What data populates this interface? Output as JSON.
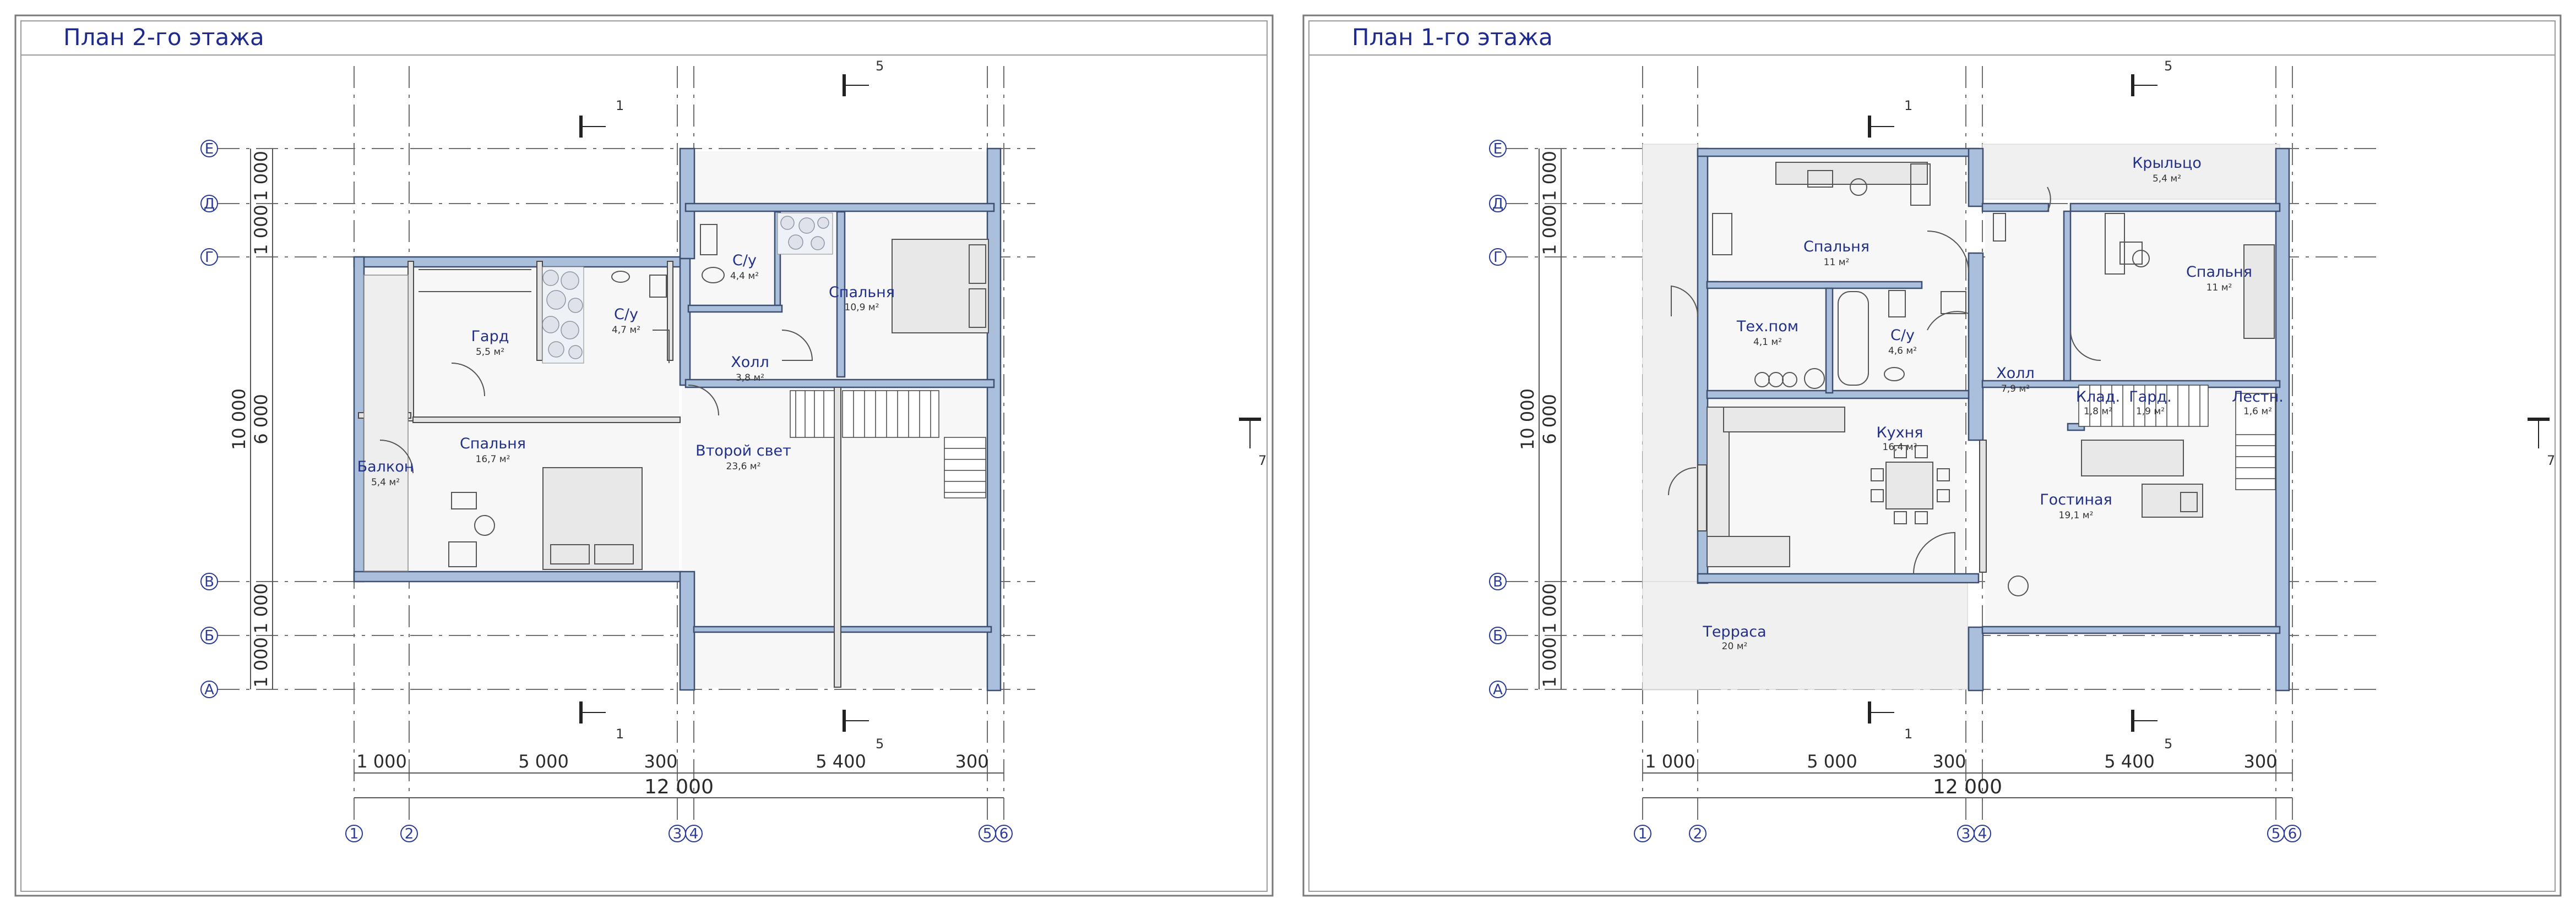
{
  "sheets": [
    {
      "title": "План 2-го этажа",
      "rows": [
        "Е",
        "Д",
        "Г",
        "В",
        "Б",
        "А"
      ],
      "cols": [
        "1",
        "2",
        "3",
        "4",
        "5",
        "6"
      ],
      "row_dims": [
        "1 000",
        "1 000",
        "6 000",
        "1 000",
        "1 000"
      ],
      "overall_v": "10 000",
      "col_dims": [
        "1 000",
        "5 000",
        "300",
        "5 400",
        "300"
      ],
      "overall_h": "12 000",
      "sections": [
        "1",
        "1",
        "5",
        "5",
        "7"
      ],
      "rooms": [
        {
          "name": "Гард",
          "area": "5,5 м²"
        },
        {
          "name": "С/у",
          "area": "4,7 м²"
        },
        {
          "name": "С/у",
          "area": "4,4 м²"
        },
        {
          "name": "Спальня",
          "area": "10,9 м²"
        },
        {
          "name": "Холл",
          "area": "3,8 м²"
        },
        {
          "name": "Спальня",
          "area": "16,7 м²"
        },
        {
          "name": "Балкон",
          "area": "5,4 м²"
        },
        {
          "name": "Второй свет",
          "area": "23,6 м²"
        }
      ]
    },
    {
      "title": "План 1-го этажа",
      "rows": [
        "Е",
        "Д",
        "Г",
        "В",
        "Б",
        "А"
      ],
      "cols": [
        "1",
        "2",
        "3",
        "4",
        "5",
        "6"
      ],
      "row_dims": [
        "1 000",
        "1 000",
        "6 000",
        "1 000",
        "1 000"
      ],
      "overall_v": "10 000",
      "col_dims": [
        "1 000",
        "5 000",
        "300",
        "5 400",
        "300"
      ],
      "overall_h": "12 000",
      "sections": [
        "1",
        "1",
        "5",
        "5",
        "7"
      ],
      "rooms": [
        {
          "name": "Крыльцо",
          "area": "5,4 м²"
        },
        {
          "name": "Спальня",
          "area": "11 м²"
        },
        {
          "name": "Спальня",
          "area": "11 м²"
        },
        {
          "name": "Тех.пом",
          "area": "4,1 м²"
        },
        {
          "name": "С/у",
          "area": "4,6 м²"
        },
        {
          "name": "Холл",
          "area": "7,9 м²"
        },
        {
          "name": "Клад.",
          "area": "1,8 м²"
        },
        {
          "name": "Гард.",
          "area": "1,9 м²"
        },
        {
          "name": "Лестн.",
          "area": "1,6 м²"
        },
        {
          "name": "Кухня",
          "area": "16,4 м²"
        },
        {
          "name": "Гостиная",
          "area": "19,1 м²"
        },
        {
          "name": "Терраса",
          "area": "20 м²"
        }
      ]
    }
  ]
}
